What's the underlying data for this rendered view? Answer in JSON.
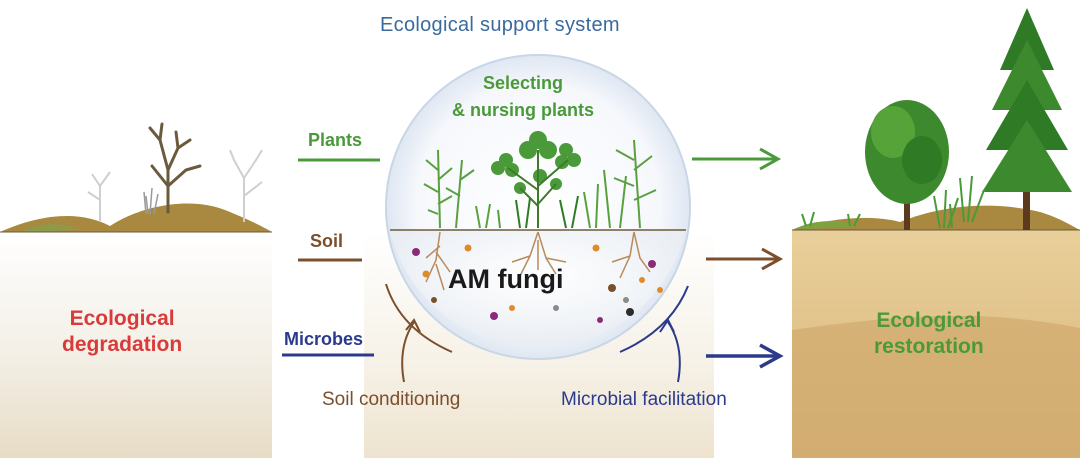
{
  "diagram": {
    "title": "Ecological support system",
    "center_label": [
      "Selecting",
      "& nursing plants"
    ],
    "core_label": "AM fungi",
    "inputs": {
      "plants": "Plants",
      "soil": "Soil",
      "microbes": "Microbes"
    },
    "left_state": [
      "Ecological",
      "degradation"
    ],
    "right_state": [
      "Ecological",
      "restoration"
    ],
    "processes": {
      "soil_conditioning": "Soil conditioning",
      "microbial_facilitation": "Microbial facilitation"
    }
  },
  "colors": {
    "title": "#3a6a9e",
    "plants": "#4a9a3a",
    "soil": "#7b4f2c",
    "microbes": "#2b3a8c",
    "degradation": "#d93a3a",
    "restoration": "#4a9a3a"
  }
}
